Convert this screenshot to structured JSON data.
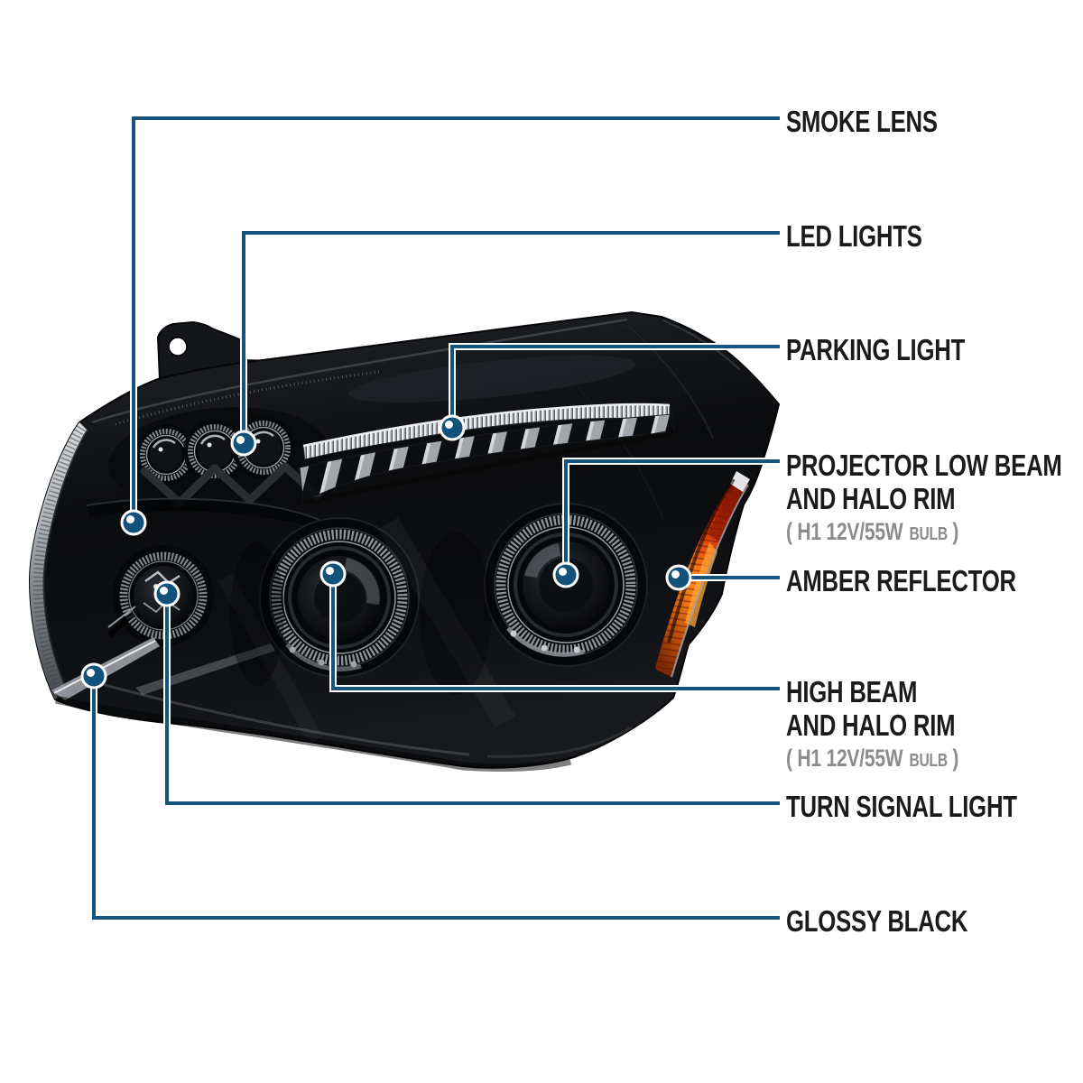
{
  "style": {
    "background": "#ffffff",
    "leader_color": "#15547c",
    "marker_fill": "#12517a",
    "label_color": "#1b1b1b",
    "sub_label_color": "#8a8c8e",
    "amber_color": "#ff8c1e",
    "housing_color": "#0b0c0e"
  },
  "callouts": [
    {
      "id": "smoke-lens",
      "label": "SMOKE LENS"
    },
    {
      "id": "led-lights",
      "label": "LED LIGHTS"
    },
    {
      "id": "parking-light",
      "label": "PARKING LIGHT"
    },
    {
      "id": "projector-low-beam",
      "label": "PROJECTOR LOW BEAM",
      "label_line2": "AND HALO RIM",
      "bulb_spec": "( H1 12V/55W",
      "bulb_word": "BULB",
      "bulb_close": ")"
    },
    {
      "id": "amber-reflector",
      "label": "AMBER REFLECTOR"
    },
    {
      "id": "high-beam",
      "label": "HIGH BEAM",
      "label_line2": "AND HALO RIM",
      "bulb_spec": "( H1 12V/55W",
      "bulb_word": "BULB",
      "bulb_close": ")"
    },
    {
      "id": "turn-signal-light",
      "label": "TURN SIGNAL LIGHT"
    },
    {
      "id": "glossy-black",
      "label": "GLOSSY BLACK"
    }
  ]
}
